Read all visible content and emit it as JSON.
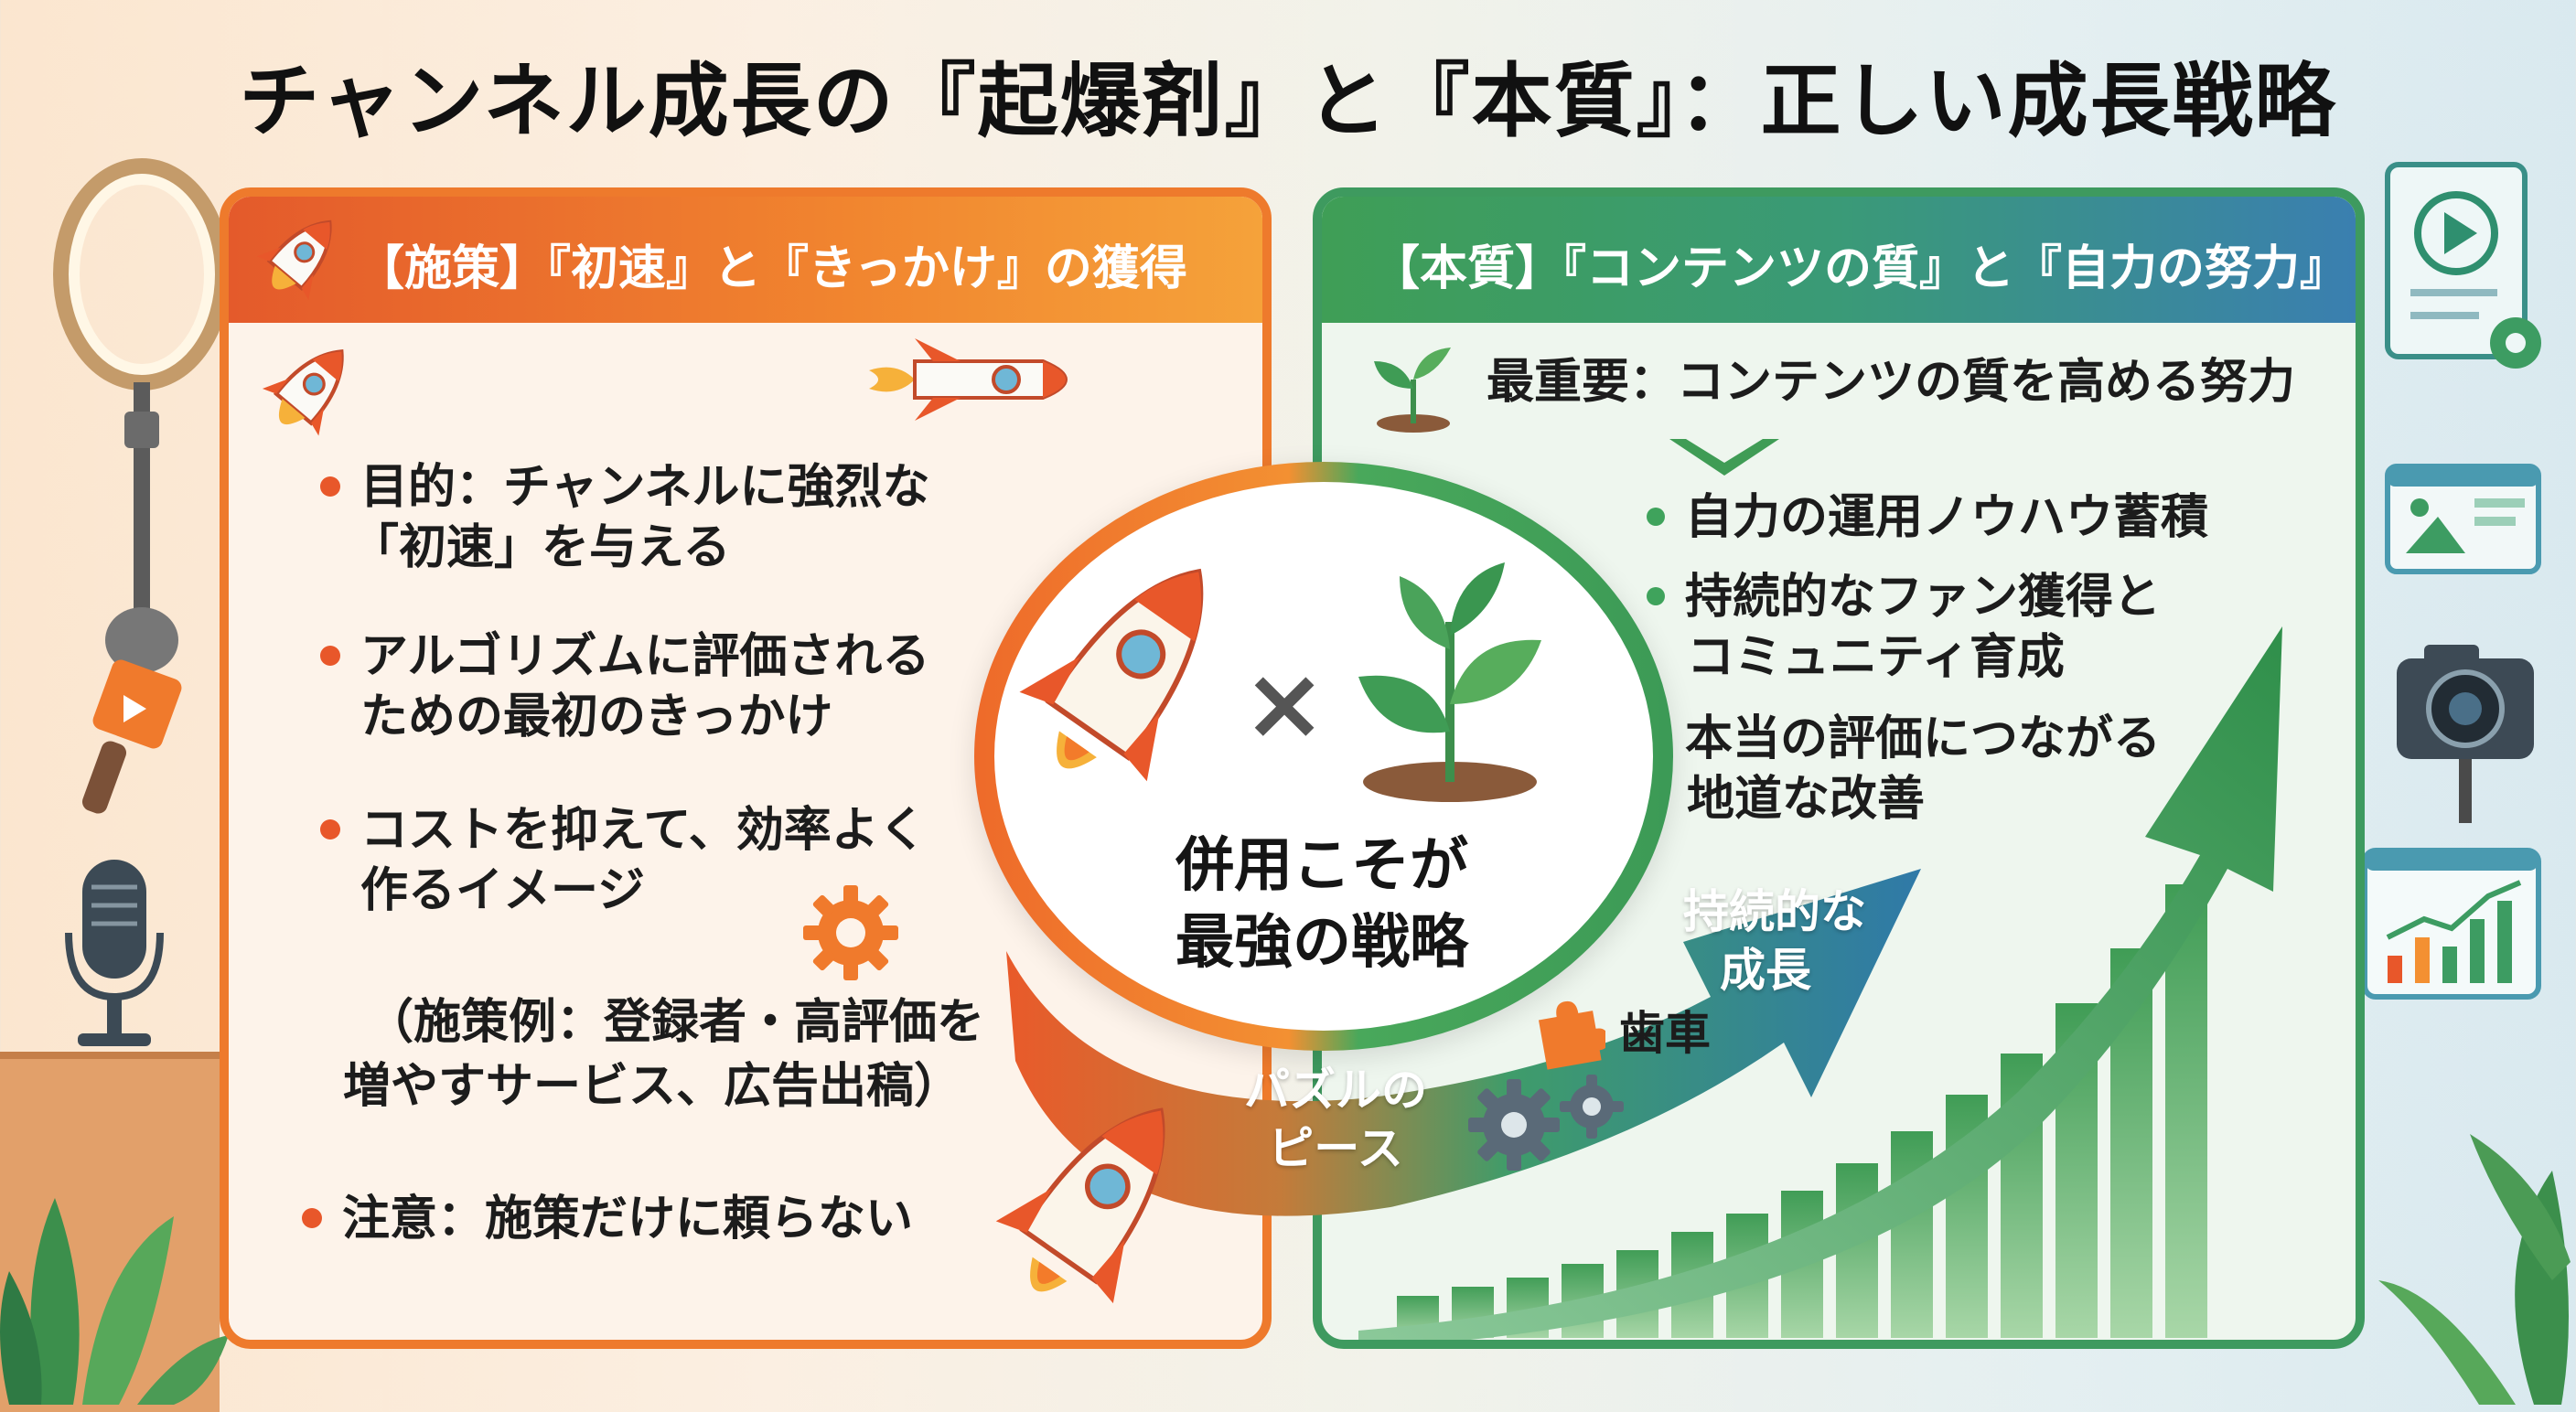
{
  "title": "チャンネル成長の『起爆剤』と『本質』：正しい成長戦略",
  "left": {
    "header": "【施策】『初速』と『きっかけ』の獲得",
    "bullets": [
      {
        "line1": "目的：チャンネルに強烈な",
        "line2": "「初速」を与える"
      },
      {
        "line1": "アルゴリズムに評価される",
        "line2": "ための最初のきっかけ"
      },
      {
        "line1": "コストを抑えて、効率よく",
        "line2": "作るイメージ"
      }
    ],
    "example_line1": "（施策例：登録者・高評価を",
    "example_line2": "増やすサービス、広告出稿）",
    "caution": "注意：施策だけに頼らない"
  },
  "right": {
    "header": "【本質】『コンテンツの質』と『自力の努力』",
    "top_point": "最重要：コンテンツの質を高める努力",
    "bullets": [
      {
        "line1": "自力の運用ノウハウ蓄積",
        "line2": ""
      },
      {
        "line1": "持続的なファン獲得と",
        "line2": "コミュニティ育成"
      },
      {
        "line1": "本当の評価につながる",
        "line2": "地道な改善"
      }
    ]
  },
  "center": {
    "multiply": "×",
    "line1": "併用こそが",
    "line2": "最強の戦略"
  },
  "arrow": {
    "growth_line1": "持続的な",
    "growth_line2": "成長",
    "gear_label": "歯車",
    "puzzle_line1": "パズルの",
    "puzzle_line2": "ピース"
  },
  "colors": {
    "orange": "#ee7a2c",
    "green": "#3e9a5f",
    "blue": "#3a7fb0"
  },
  "icons": [
    "rocket-icon",
    "sprout-icon",
    "gear-icon",
    "puzzle-piece-icon",
    "ring-light-icon",
    "microphone-icon",
    "video-play-icon",
    "camera-icon",
    "growth-chart-icon",
    "plant-leaves-icon"
  ]
}
